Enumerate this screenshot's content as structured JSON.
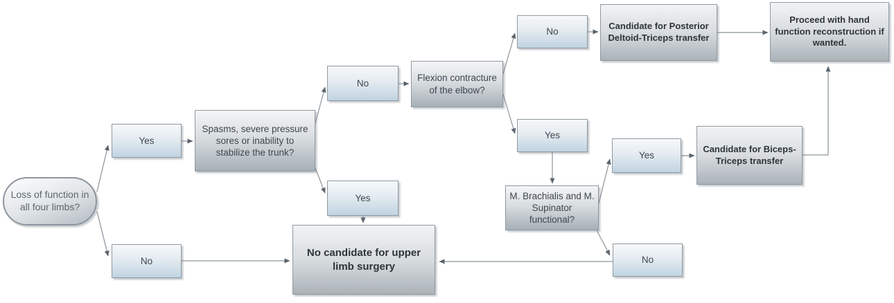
{
  "diagram": {
    "type": "flowchart",
    "background": "#ffffff",
    "colors": {
      "box_border": "#8f99a1",
      "blue_box_top": "#f7f9fa",
      "blue_box_bottom": "#c0d4e2",
      "gray_box_top": "#f4f5f6",
      "gray_box_bottom": "#a6b0b7",
      "stadium_top": "#fdfdfe",
      "stadium_bottom": "#b4bcc2",
      "connector": "#8a939b",
      "arrowhead": "#5a646d",
      "text": "#3f474f",
      "bold_text": "#2e343a"
    },
    "nodes": {
      "start": "Loss of function in all four limbs?",
      "yes_1": "Yes",
      "no_1": "No",
      "spasms": "Spasms, severe pressure sores or inability to stabilize the trunk?",
      "no_2": "No",
      "yes_2": "Yes",
      "flexion": "Flexion contracture of the elbow?",
      "no_3": "No",
      "yes_3": "Yes",
      "posterior_transfer": "Candidate for Posterior Deltoid-Triceps transfer",
      "proceed_hand": "Proceed with hand function reconstruction if wanted.",
      "brachialis": "M. Brachialis and M. Supinator functional?",
      "yes_4": "Yes",
      "biceps_transfer": "Candidate for Biceps-Triceps transfer",
      "no_4": "No",
      "no_candidate": "No candidate for upper limb surgery"
    }
  }
}
